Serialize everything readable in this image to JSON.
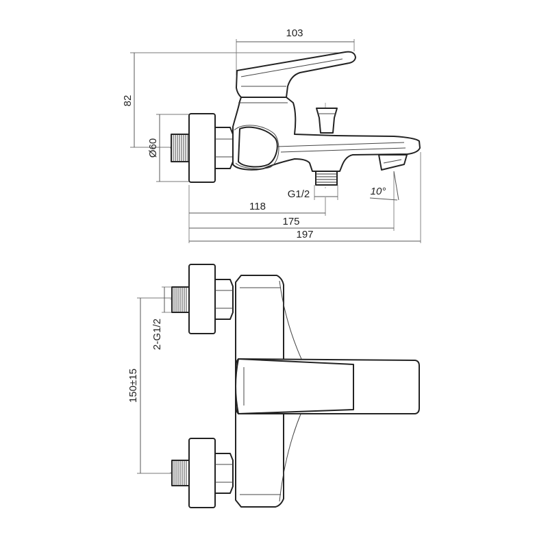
{
  "diagram": {
    "side_view": {
      "dimensions": {
        "lever_reach": "103",
        "height": "82",
        "flange_diameter": "Ø60",
        "inlet_thread": "G1/2",
        "spout_angle": "10°",
        "to_outlet": "118",
        "to_spout_tip": "175",
        "overall_length": "197"
      }
    },
    "front_view": {
      "dimensions": {
        "inlet_threads": "2-G1/2",
        "center_distance": "150±15"
      }
    }
  }
}
